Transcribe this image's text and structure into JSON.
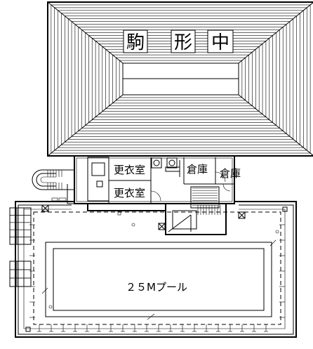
{
  "title": "駒形中",
  "rooms": {
    "changing_room_1": "更衣室",
    "changing_room_2": "更衣室",
    "storage_1": "倉庫",
    "storage_2": "倉庫"
  },
  "pool_label": "２５Mプール"
}
